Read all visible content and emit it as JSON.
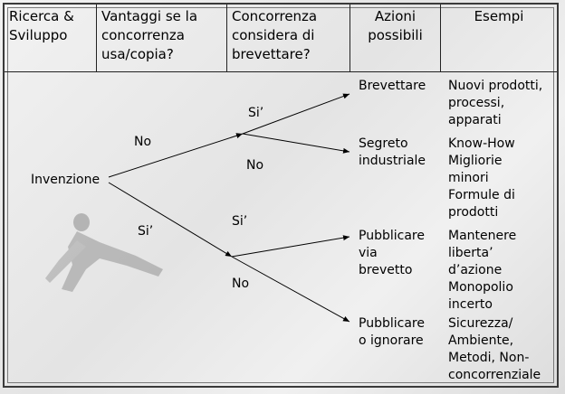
{
  "headers": {
    "col1": "Ricerca &\nSviluppo",
    "col2": "Vantaggi se la\nconcorrenza\nusa/copia?",
    "col3": "Concorrenza\nconsidera di\nbrevettare?",
    "col4": "Azioni\npossibili",
    "col5": "Esempi"
  },
  "root": "Invenzione",
  "branch_labels": {
    "upper": "No",
    "lower": "Si’",
    "upper_yes": "Si’",
    "upper_no": "No",
    "lower_yes": "Si’",
    "lower_no": "No"
  },
  "actions": {
    "a1": "Brevettare",
    "a2": "Segreto\nindustriale",
    "a3": "Pubblicare\nvia\nbrevetto",
    "a4": "Pubblicare\no ignorare"
  },
  "examples": {
    "e1": "Nuovi prodotti,\nprocessi,\napparati",
    "e2": "Know-How\nMigliorie\nminori\nFormule di\nprodotti",
    "e3": "Mantenere\nliberta’\nd’azione\nMonopolio\nincerto",
    "e4": "Sicurezza/\nAmbiente,\nMetodi, Non-\nconcorrenziale"
  }
}
